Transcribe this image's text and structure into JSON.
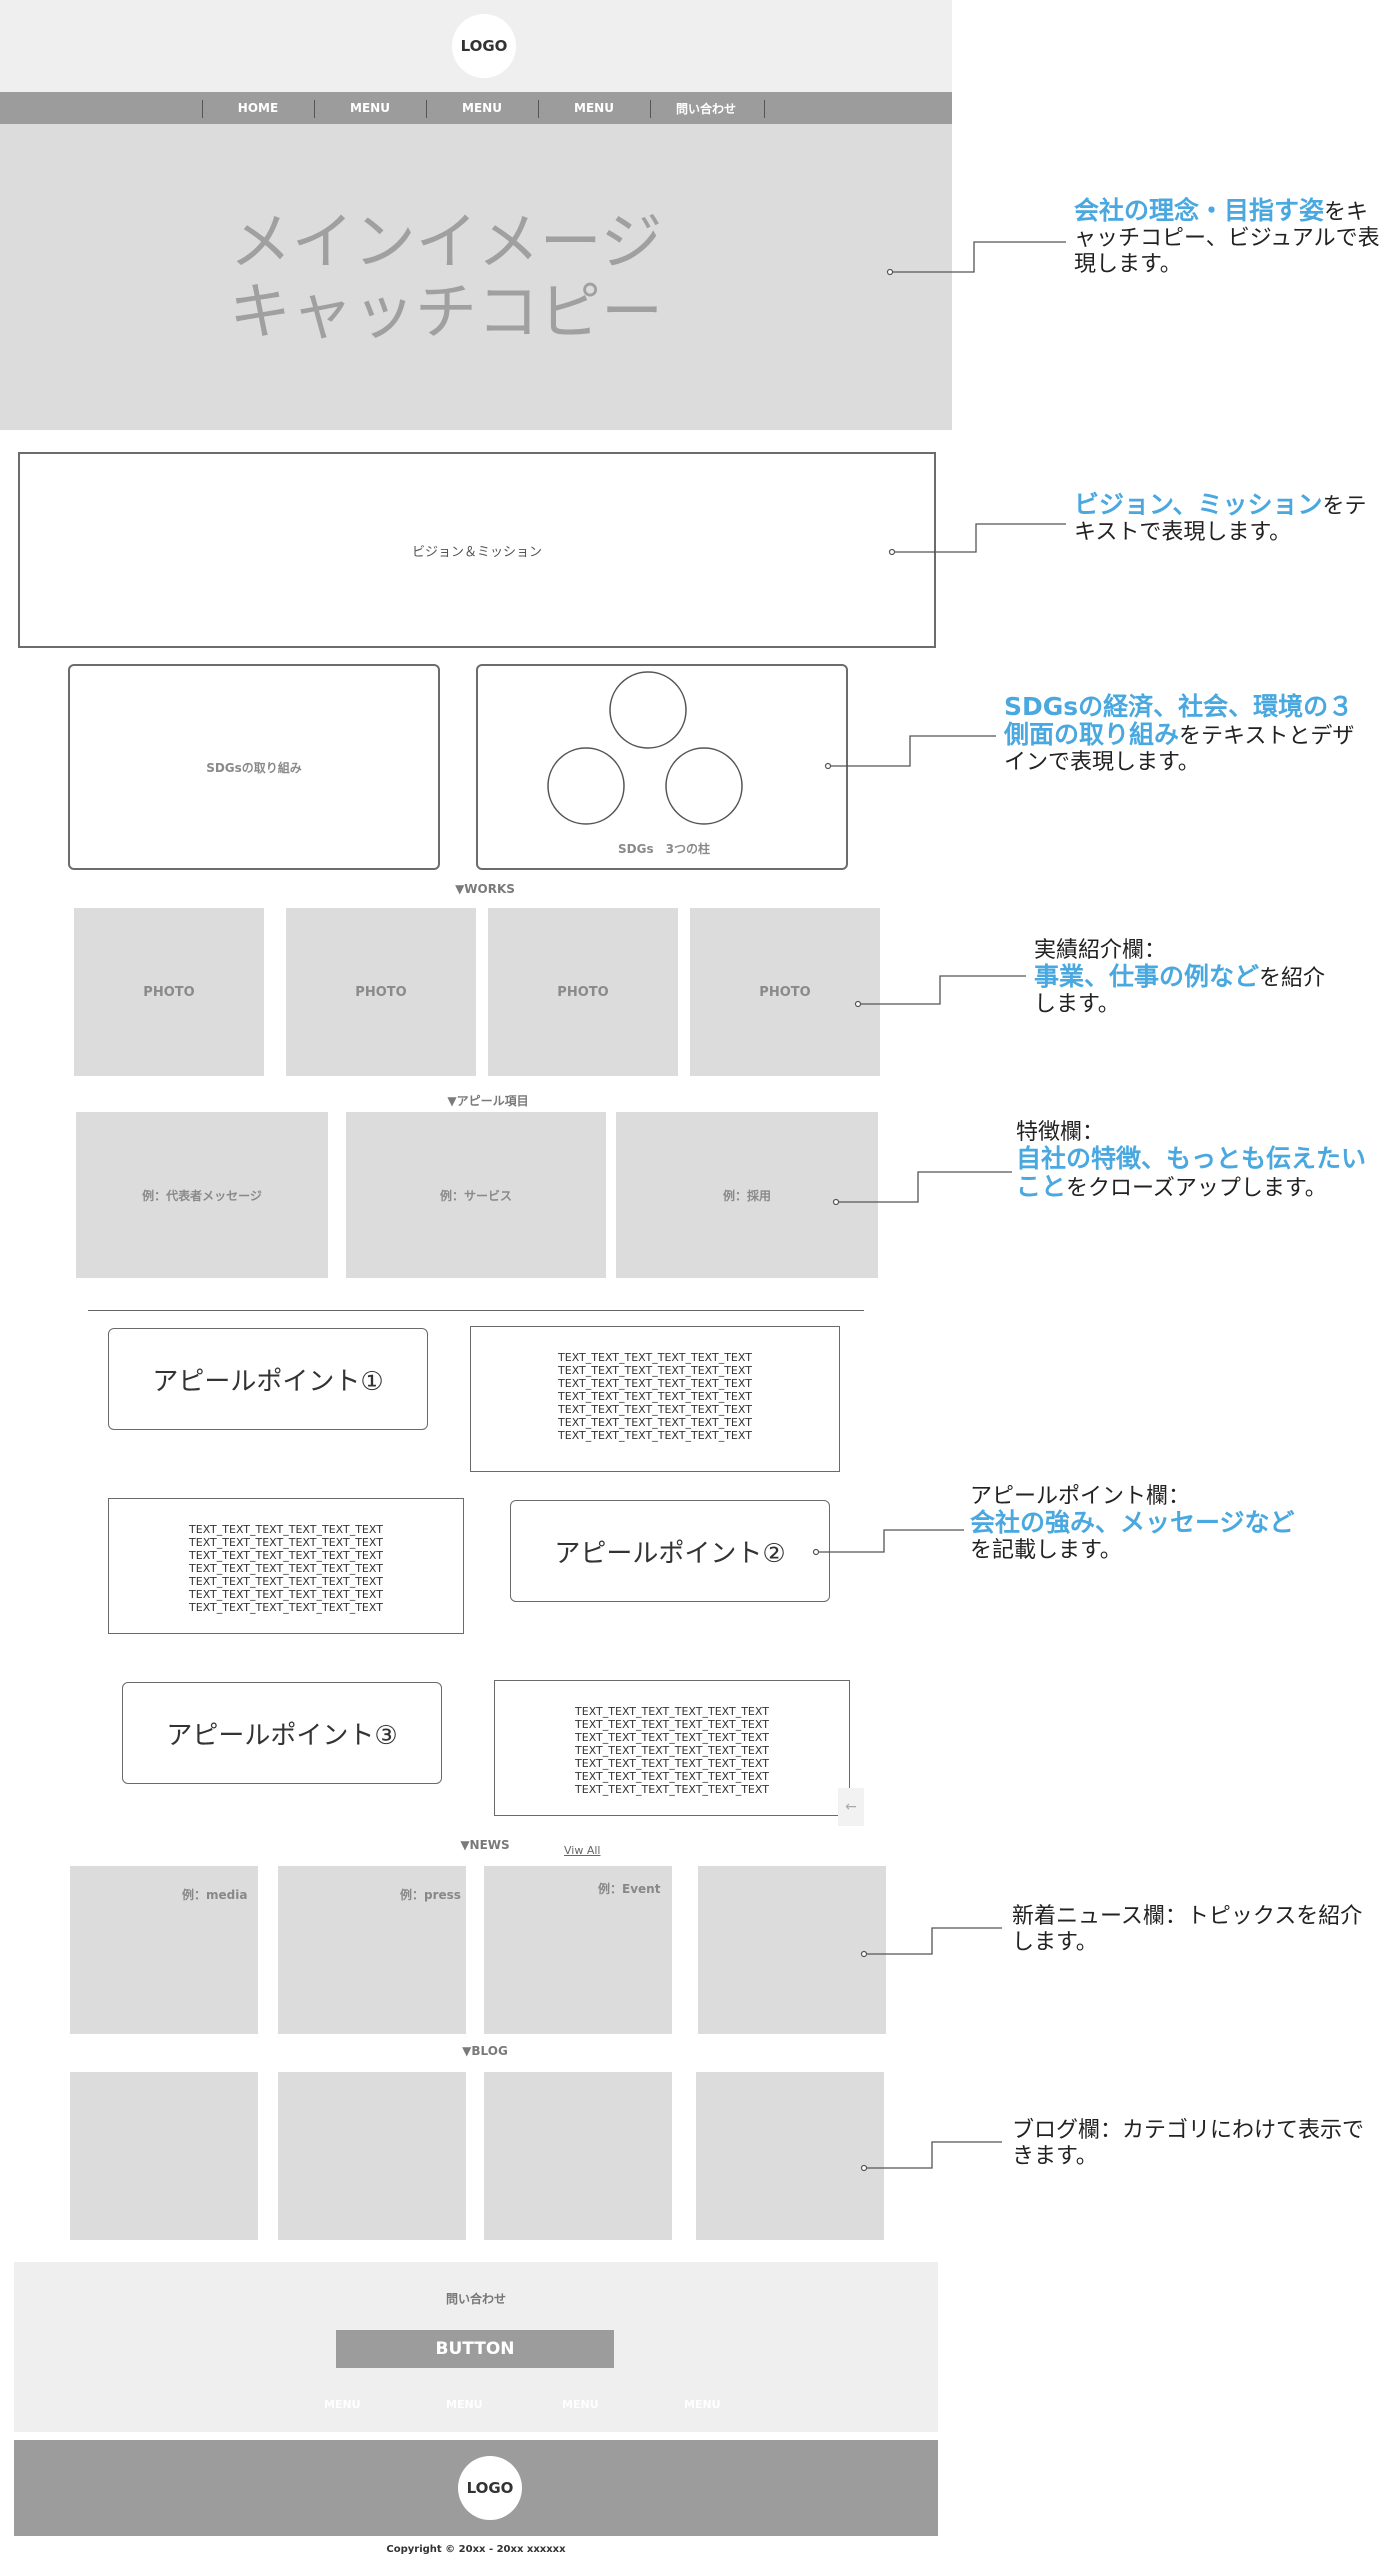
{
  "header": {
    "logo": "LOGO",
    "nav": [
      "HOME",
      "MENU",
      "MENU",
      "MENU",
      "問い合わせ"
    ]
  },
  "hero": {
    "line1": "メインイメージ",
    "line2": "キャッチコピー"
  },
  "vision": {
    "label": "ビジョン＆ミッション"
  },
  "sdgs": {
    "left_label": "SDGsの取り組み",
    "right_label": "SDGs　3つの柱"
  },
  "works": {
    "title": "▼WORKS",
    "photos": [
      "PHOTO",
      "PHOTO",
      "PHOTO",
      "PHOTO"
    ]
  },
  "appeal_items": {
    "title": "▼アピール項目",
    "items": [
      "例：代表者メッセージ",
      "例：サービス",
      "例：採用"
    ]
  },
  "appeal_points": {
    "p1": "アピールポイント①",
    "p2": "アピールポイント②",
    "p3": "アピールポイント③",
    "text_line": "TEXT_TEXT_TEXT_TEXT_TEXT_TEXT"
  },
  "news": {
    "title": "▼NEWS",
    "view_all": "Viw All",
    "items": [
      "例：media",
      "例：press",
      "例：Event",
      ""
    ]
  },
  "blog": {
    "title": "▼BLOG"
  },
  "contact": {
    "title": "問い合わせ",
    "button": "BUTTON",
    "menu": [
      "MENU",
      "MENU",
      "MENU",
      "MENU"
    ]
  },
  "footer": {
    "logo": "LOGO",
    "copyright": "Copyright © 20xx - 20xx xxxxxx"
  },
  "notes": {
    "n1_hl": "会社の理念・目指す姿",
    "n1_rest": "をキャッチコピー、ビジュアルで表現します。",
    "n2_hl": "ビジョン、ミッション",
    "n2_rest": "をテキストで表現します。",
    "n3_hl": "SDGsの経済、社会、環境の３側面の取り組み",
    "n3_rest": "をテキストとデザインで表現します。",
    "n4_pre": "実績紹介欄：",
    "n4_hl": "事業、仕事の例など",
    "n4_rest": "を紹介します。",
    "n5_pre": "特徴欄：",
    "n5_hl": "自社の特徴、もっとも伝えたいこと",
    "n5_rest": "をクローズアップします。",
    "n6_pre": "アピールポイント欄：",
    "n6_hl": "会社の強み、メッセージなど",
    "n6_rest": "を記載します。",
    "n7": "新着ニュース欄：トピックスを紹介します。",
    "n8": "ブログ欄：カテゴリにわけて表示できます。"
  },
  "colors": {
    "accent": "#4aa8e0",
    "placeholder_grey": "#dcdcdc",
    "nav_grey": "#9c9c9c"
  }
}
